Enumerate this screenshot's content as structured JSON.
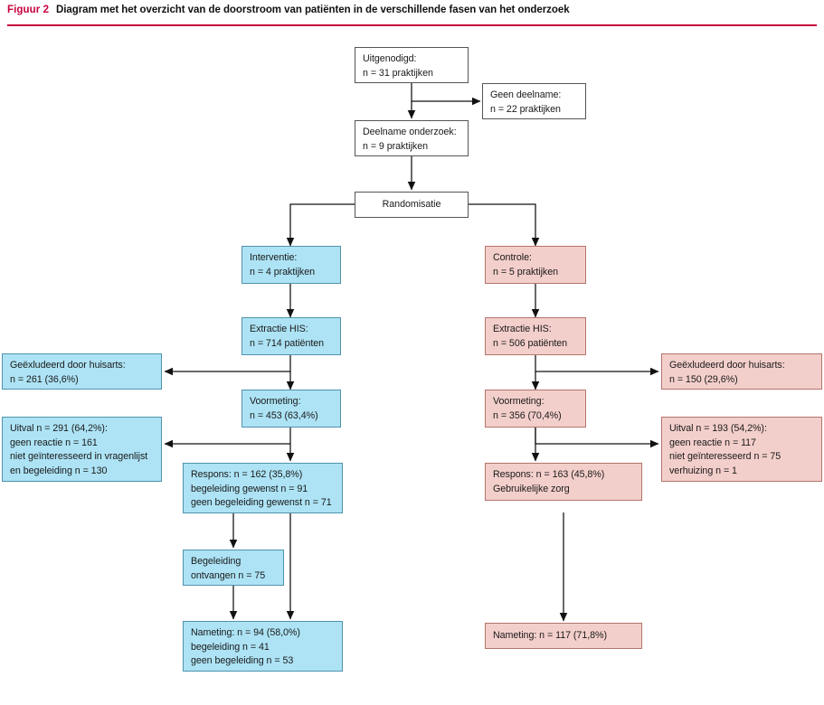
{
  "header": {
    "figure_label": "Figuur 2",
    "caption": "Diagram met het overzicht van de doorstroom van patiënten in de verschillende fasen van het onderzoek",
    "accent_color": "#c6003c"
  },
  "colors": {
    "intervention_fill": "#ade3f5",
    "intervention_border": "#4f93ab",
    "control_fill": "#f3cfcb",
    "control_border": "#b5736c",
    "plain_fill": "#ffffff",
    "plain_border": "#555555",
    "arrow": "#111111"
  },
  "chart_data": {
    "type": "diagram",
    "title": "Diagram met het overzicht van de doorstroom van patiënten in de verschillende fasen van het onderzoek",
    "diagram_kind": "flowchart",
    "nodes": [
      {
        "id": "uitgenodigd",
        "group": "plain",
        "lines": [
          "Uitgenodigd:",
          "n = 31 praktijken"
        ]
      },
      {
        "id": "geen-deelname",
        "group": "plain",
        "lines": [
          "Geen deelname:",
          "n = 22 praktijken"
        ]
      },
      {
        "id": "deelname",
        "group": "plain",
        "lines": [
          "Deelname onderzoek:",
          "n = 9 praktijken"
        ]
      },
      {
        "id": "randomisatie",
        "group": "plain",
        "lines": [
          "Randomisatie"
        ]
      },
      {
        "id": "interventie",
        "group": "intervention",
        "lines": [
          "Interventie:",
          "n = 4 praktijken"
        ]
      },
      {
        "id": "controle",
        "group": "control",
        "lines": [
          "Controle:",
          "n = 5 praktijken"
        ]
      },
      {
        "id": "extractie-int",
        "group": "intervention",
        "lines": [
          "Extractie HIS:",
          "n = 714 patiënten"
        ]
      },
      {
        "id": "extractie-ctrl",
        "group": "control",
        "lines": [
          "Extractie HIS:",
          "n = 506 patiënten"
        ]
      },
      {
        "id": "excl-int",
        "group": "intervention",
        "lines": [
          "Geëxludeerd door huisarts:",
          "n = 261 (36,6%)"
        ]
      },
      {
        "id": "excl-ctrl",
        "group": "control",
        "lines": [
          "Geëxludeerd door huisarts:",
          "n = 150 (29,6%)"
        ]
      },
      {
        "id": "voormeting-int",
        "group": "intervention",
        "lines": [
          "Voormeting:",
          "n = 453 (63,4%)"
        ]
      },
      {
        "id": "voormeting-ctrl",
        "group": "control",
        "lines": [
          "Voormeting:",
          "n = 356 (70,4%)"
        ]
      },
      {
        "id": "uitval-int",
        "group": "intervention",
        "lines": [
          "Uitval n = 291 (64,2%):",
          "geen reactie n = 161",
          "niet geïnteresseerd in vragenlijst",
          "en begeleiding n = 130"
        ]
      },
      {
        "id": "uitval-ctrl",
        "group": "control",
        "lines": [
          "Uitval n = 193 (54,2%):",
          "geen reactie n = 117",
          "niet geïnteresseerd n = 75",
          "verhuizing n = 1"
        ]
      },
      {
        "id": "respons-int",
        "group": "intervention",
        "lines": [
          "Respons: n = 162 (35,8%)",
          "begeleiding gewenst n = 91",
          "geen begeleiding gewenst n = 71"
        ]
      },
      {
        "id": "respons-ctrl",
        "group": "control",
        "lines": [
          "Respons: n = 163 (45,8%)",
          "Gebruikelijke zorg"
        ]
      },
      {
        "id": "begeleiding",
        "group": "intervention",
        "lines": [
          "Begeleiding",
          "ontvangen n = 75"
        ]
      },
      {
        "id": "nameting-int",
        "group": "intervention",
        "lines": [
          "Nameting: n = 94 (58,0%)",
          "begeleiding n = 41",
          "geen begeleiding n = 53"
        ]
      },
      {
        "id": "nameting-ctrl",
        "group": "control",
        "lines": [
          "Nameting: n = 117 (71,8%)"
        ]
      }
    ],
    "edges": [
      {
        "from": "uitgenodigd",
        "to": "geen-deelname",
        "direction": "right"
      },
      {
        "from": "uitgenodigd",
        "to": "deelname",
        "direction": "down"
      },
      {
        "from": "deelname",
        "to": "randomisatie",
        "direction": "down"
      },
      {
        "from": "randomisatie",
        "to": "interventie",
        "direction": "down-left"
      },
      {
        "from": "randomisatie",
        "to": "controle",
        "direction": "down-right"
      },
      {
        "from": "interventie",
        "to": "extractie-int",
        "direction": "down"
      },
      {
        "from": "controle",
        "to": "extractie-ctrl",
        "direction": "down"
      },
      {
        "from": "extractie-int",
        "to": "excl-int",
        "direction": "left"
      },
      {
        "from": "extractie-ctrl",
        "to": "excl-ctrl",
        "direction": "right"
      },
      {
        "from": "extractie-int",
        "to": "voormeting-int",
        "direction": "down"
      },
      {
        "from": "extractie-ctrl",
        "to": "voormeting-ctrl",
        "direction": "down"
      },
      {
        "from": "voormeting-int",
        "to": "uitval-int",
        "direction": "left"
      },
      {
        "from": "voormeting-ctrl",
        "to": "uitval-ctrl",
        "direction": "right"
      },
      {
        "from": "voormeting-int",
        "to": "respons-int",
        "direction": "down"
      },
      {
        "from": "voormeting-ctrl",
        "to": "respons-ctrl",
        "direction": "down"
      },
      {
        "from": "respons-int",
        "to": "begeleiding",
        "direction": "down"
      },
      {
        "from": "respons-int",
        "to": "nameting-int",
        "direction": "down"
      },
      {
        "from": "begeleiding",
        "to": "nameting-int",
        "direction": "down"
      },
      {
        "from": "respons-ctrl",
        "to": "nameting-ctrl",
        "direction": "down"
      }
    ]
  }
}
